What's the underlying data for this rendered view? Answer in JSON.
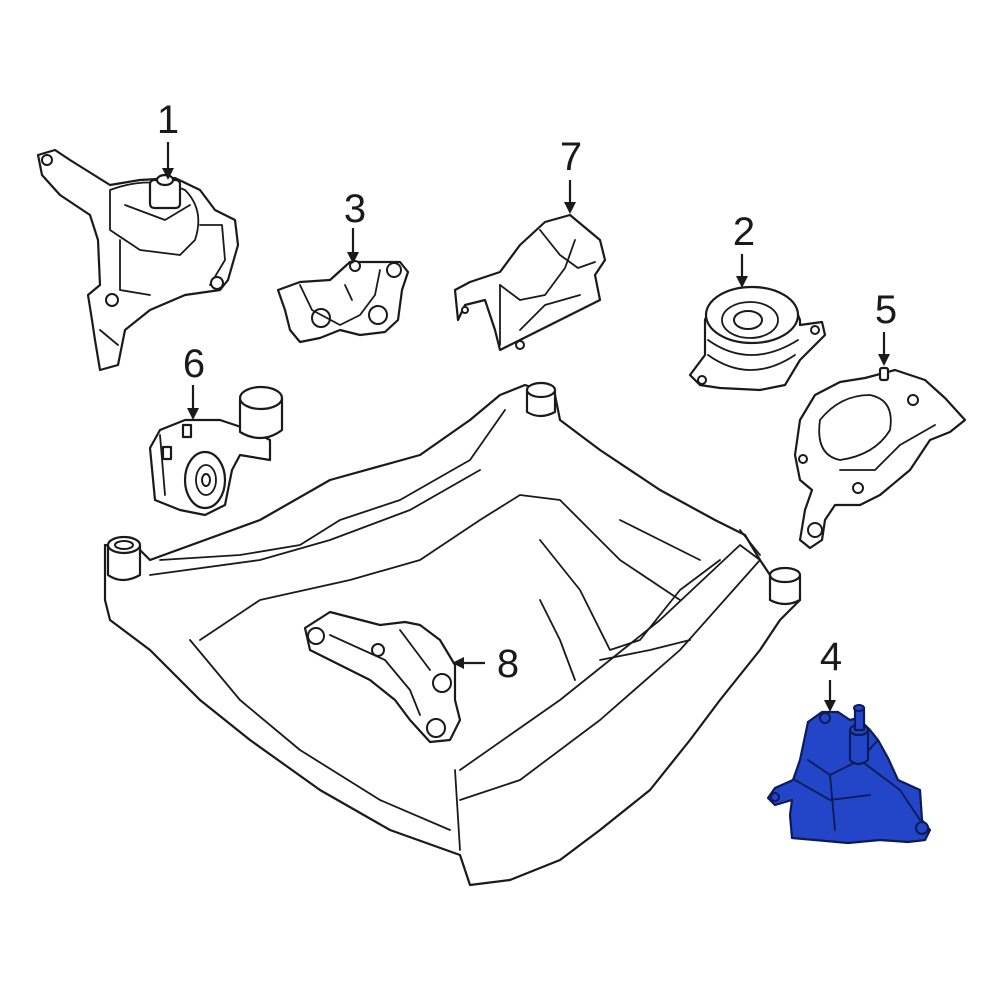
{
  "colors": {
    "line": "#1a1a1a",
    "highlight": "#2346c8",
    "background": "#ffffff"
  },
  "callouts": {
    "c1": "1",
    "c2": "2",
    "c3": "3",
    "c4": "4",
    "c5": "5",
    "c6": "6",
    "c7": "7",
    "c8": "8"
  },
  "highlighted_part": "4"
}
